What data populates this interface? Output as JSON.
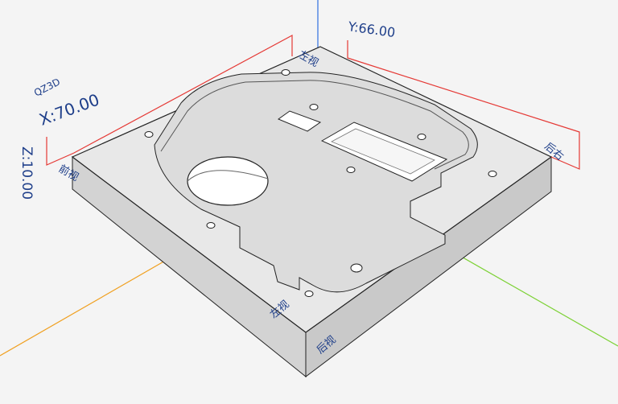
{
  "viewer": {
    "brand": "QZ3D",
    "dim_x": "X:70.00",
    "dim_y": "Y:66.00",
    "dim_z": "Z:10.00",
    "face_front": "后视",
    "face_left": "左视",
    "face_right": "后右",
    "face_front_left": "前视",
    "face_top_left": "左视",
    "colors": {
      "dimension_line": "#e53935",
      "axis_z": "#2f6fe0",
      "axis_y": "#7cd134",
      "axis_x": "#f0a020",
      "label": "#1f3f8a",
      "part_top": "#e6e6e6",
      "part_side": "#d2d2d2",
      "edge": "#222222"
    }
  }
}
